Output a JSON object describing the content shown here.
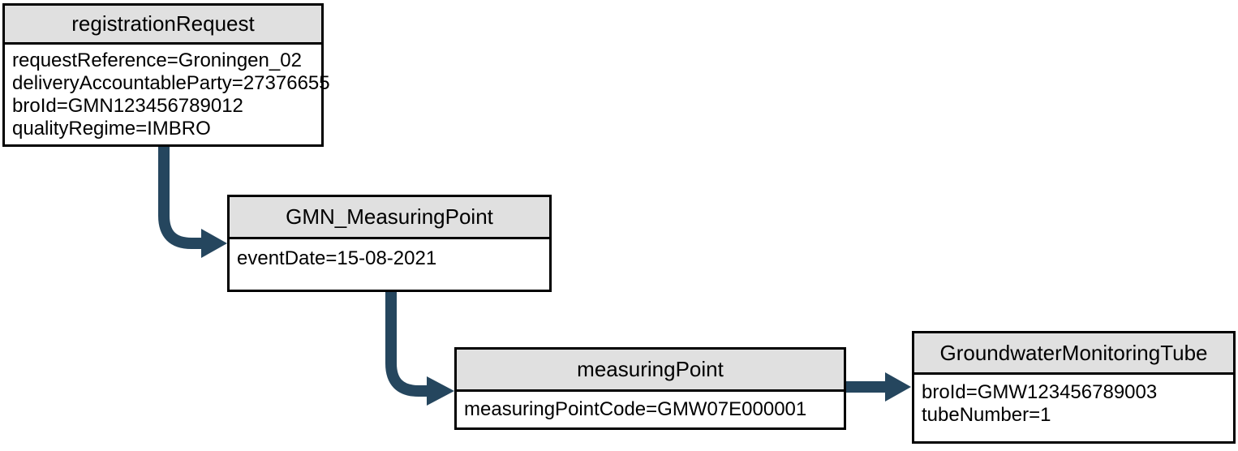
{
  "diagram": {
    "type": "object-diagram",
    "colors": {
      "arrow": "#25465e",
      "header_bg": "#e0e0e0",
      "border": "#000000",
      "background": "#ffffff"
    },
    "nodes": [
      {
        "id": "registrationRequest",
        "title": "registrationRequest",
        "attributes": [
          "requestReference=Groningen_02",
          "deliveryAccountableParty=27376655",
          "broId=GMN123456789012",
          "qualityRegime=IMBRO"
        ]
      },
      {
        "id": "GMN_MeasuringPoint",
        "title": "GMN_MeasuringPoint",
        "attributes": [
          "eventDate=15-08-2021"
        ]
      },
      {
        "id": "measuringPoint",
        "title": "measuringPoint",
        "attributes": [
          "measuringPointCode=GMW07E000001"
        ]
      },
      {
        "id": "GroundwaterMonitoringTube",
        "title": "GroundwaterMonitoringTube",
        "attributes": [
          "broId=GMW123456789003",
          "tubeNumber=1"
        ]
      }
    ],
    "edges": [
      {
        "from": "registrationRequest",
        "to": "GMN_MeasuringPoint"
      },
      {
        "from": "GMN_MeasuringPoint",
        "to": "measuringPoint"
      },
      {
        "from": "measuringPoint",
        "to": "GroundwaterMonitoringTube"
      }
    ]
  }
}
